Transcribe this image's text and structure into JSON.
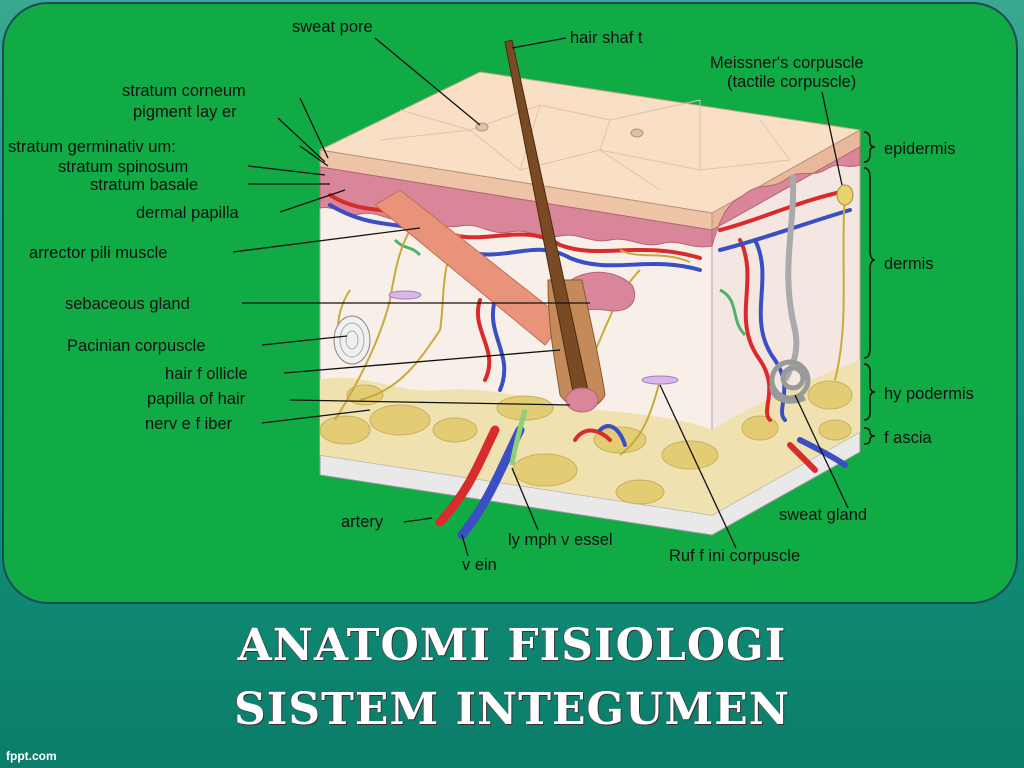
{
  "diagram": {
    "labels": {
      "sweat_pore": "sweat pore",
      "hair_shaft": "hair shaf t",
      "meissner_1": "Meissner's corpuscle",
      "meissner_2": "(tactile corpuscle)",
      "stratum_corneum": "stratum corneum",
      "pigment_layer": "pigment lay er",
      "stratum_germinativum": "stratum germinativ um:",
      "stratum_spinosum": "stratum spinosum",
      "stratum_basale": "stratum basale",
      "dermal_papilla": "dermal papilla",
      "arrector_pili": "arrector pili muscle",
      "sebaceous_gland": "sebaceous gland",
      "pacinian": "Pacinian corpuscle",
      "hair_follicle": "hair f ollicle",
      "papilla_of_hair": "papilla of hair",
      "nerve_fiber": "nerv e f iber",
      "artery": "artery",
      "vein": "v ein",
      "lymph_vessel": "ly mph v essel",
      "ruffini": "Ruf f ini corpuscle",
      "sweat_gland": "sweat gland",
      "epidermis": "epidermis",
      "dermis": "dermis",
      "hypodermis": "hy podermis",
      "fascia": "f ascia"
    }
  },
  "slide": {
    "title_line1": "ANATOMI FISIOLOGI",
    "title_line2": "SISTEM INTEGUMEN",
    "credit": "fppt.com"
  },
  "colors": {
    "panel_bg": "#11ab45",
    "artery": "#d92b2b",
    "vein": "#3a4fc4",
    "nerve": "#c9a93a",
    "fat": "#e8d58a",
    "epidermis": "#f7dcc0",
    "dermis": "#f8efe8"
  }
}
